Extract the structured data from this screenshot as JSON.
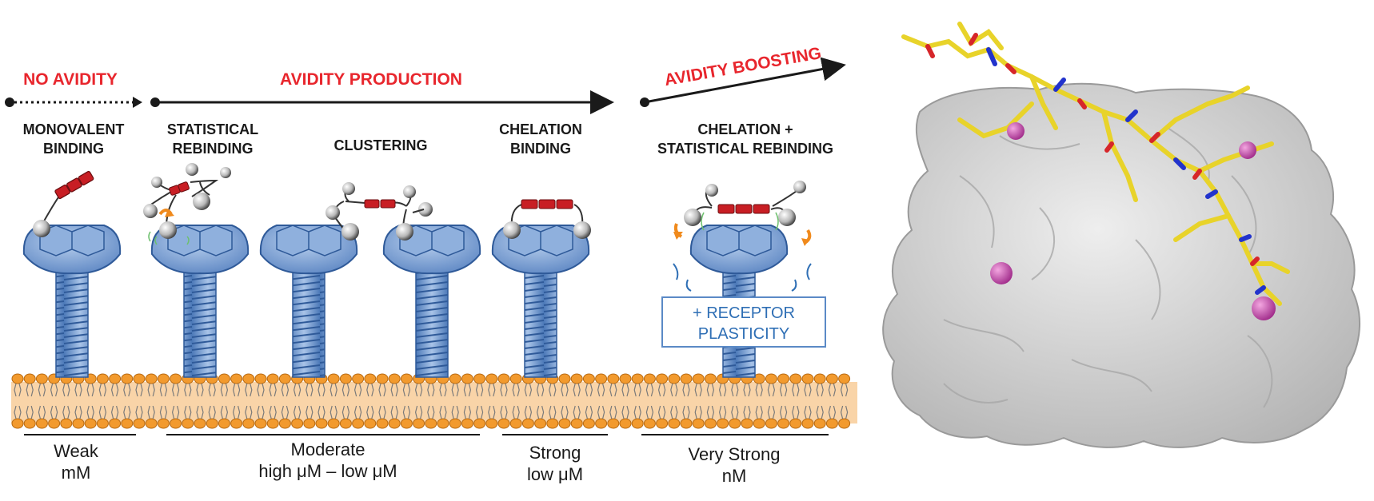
{
  "phases": {
    "no_avidity": "NO AVIDITY",
    "avidity_production": "AVIDITY PRODUCTION",
    "avidity_boosting": "AVIDITY BOOSTING"
  },
  "modes": [
    {
      "line1": "MONOVALENT",
      "line2": "BINDING"
    },
    {
      "line1": "STATISTICAL",
      "line2": "REBINDING"
    },
    {
      "line1": "CLUSTERING",
      "line2": ""
    },
    {
      "line1": "CHELATION",
      "line2": "BINDING"
    },
    {
      "line1": "CHELATION +",
      "line2": "STATISTICAL REBINDING"
    }
  ],
  "receptor_box": {
    "line1": "+ RECEPTOR",
    "line2": "PLASTICITY"
  },
  "affinities": [
    {
      "strength": "Weak",
      "range": "mM"
    },
    {
      "strength": "Moderate",
      "range": "high μM – low μM"
    },
    {
      "strength": "Strong",
      "range": "low μM"
    },
    {
      "strength": "Very Strong",
      "range": "nM"
    }
  ],
  "colors": {
    "accent_red": "#e8262d",
    "receptor_blue": "#7ea3d6",
    "membrane_orange": "#f29a2e",
    "ligand_red": "#c81e24",
    "surface_gray": "#d6d6d6",
    "stick_yellow": "#f2e23a",
    "metal_magenta": "#c048a8"
  }
}
